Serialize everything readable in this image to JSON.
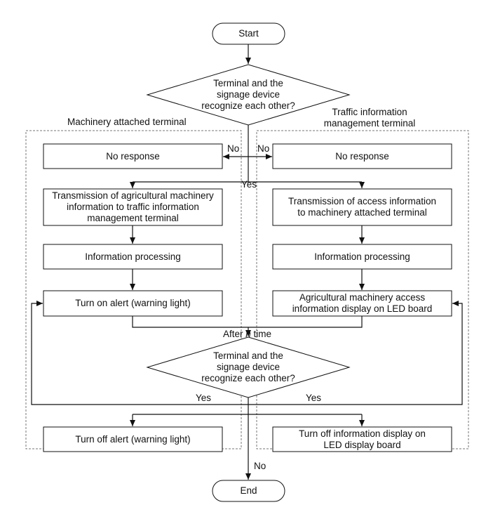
{
  "nodes": {
    "start": "Start",
    "end": "End",
    "decision_top": "Terminal and the\nsignage device\nrecognize each other?",
    "decision_bottom": "Terminal and the\nsignage device\nrecognize each other?",
    "left_no_response": "No response",
    "right_no_response": "No response",
    "left_transmission": "Transmission of agricultural machinery\ninformation to traffic information\nmanagement terminal",
    "right_transmission": "Transmission of access information\nto machinery attached terminal",
    "left_processing": "Information processing",
    "right_processing": "Information processing",
    "left_alert_on": "Turn on alert (warning light)",
    "right_display_on": "Agricultural machinery access\ninformation display on LED board",
    "left_alert_off": "Turn off alert (warning light)",
    "right_display_off": "Turn off information display on\nLED display board"
  },
  "groups": {
    "left": "Machinery attached terminal",
    "right": "Traffic information\nmanagement terminal"
  },
  "edge_labels": {
    "no_left": "No",
    "no_right": "No",
    "yes_top": "Yes",
    "after_prefix": "After ",
    "after_var": "n",
    "after_suffix": " time",
    "yes_left": "Yes",
    "yes_right": "Yes",
    "no_bottom": "No"
  }
}
